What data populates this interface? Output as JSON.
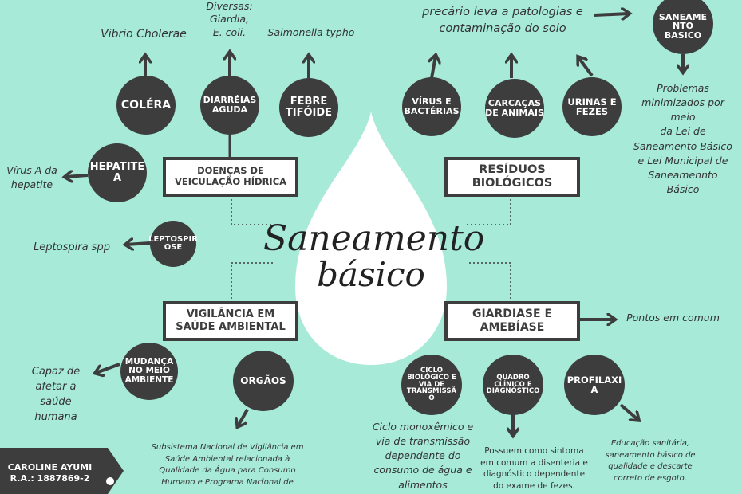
{
  "title": {
    "line1": "Saneamento",
    "line2": "básico"
  },
  "boxes": {
    "doencas": "DOENÇAS DE\nVEICULAÇÃO HÍDRICA",
    "residuos": "RESÍDUOS\nBIOLÓGICOS",
    "vigilancia": "VIGILÂNCIA EM\nSAÚDE AMBIENTAL",
    "giardiase": "GIARDIASE E\nAMEBÍASE"
  },
  "circles": {
    "colera": "COLÉRA",
    "diarreias": "DIARRÉIAS\nAGUDA",
    "febre": "FEBRE\nTIFÓIDE",
    "hepatite": "HEPATITE\nA",
    "leptospirose": "LEPTOSPIR\nOSE",
    "virus": "VÍRUS E\nBACTÉRIAS",
    "carcacas": "CARCAÇAS\nDE ANIMAIS",
    "urinas": "URINAS E\nFEZES",
    "saneamento": "SANEAME\nNTO\nBASICO",
    "mudanca": "MUDANÇA\nNO MEIO\nAMBIENTE",
    "orgaos": "ORGÃOS",
    "ciclo": "CICLO\nBIOLÓGICO E\nVIA DE\nTRANSMISSÃ\nO",
    "quadro": "QUADRO\nCLÍNICO E\nDIAGNÓSTICO",
    "profilaxia": "PROFILAXI\nA"
  },
  "notes": {
    "vibrio": "Vibrio Cholerae",
    "diversas": "Diversas:\nGiardia,\nE. coli.",
    "salmonella": "Salmonella typho",
    "virus_a": "Vírus A da\nhepatite",
    "leptospira": "Leptospira spp",
    "precario": "precário leva a patologias e\ncontaminação do solo",
    "problemas": "Problemas\nminimizados por\nmeio\nda Lei de\nSaneamento Básico\ne Lei Municipal de\nSaneamennto\nBásico",
    "pontos": "Pontos em comum",
    "capaz": "Capaz de\nafetar a\nsaúde\nhumana",
    "subsistema": "Subsistema Nacional de Vigilância em\nSaúde Ambiental relacionada à\nQualidade da Água para Consumo\nHumano e Programa Nacional de",
    "ciclo_mono": "Ciclo monoxêmico e\nvia de transmissão\ndependente do\nconsumo de água e\nalimentos",
    "possuem": "Possuem como sintoma\nem comum a disenteria e\ndiagnóstico dependente\ndo exame de fezes.",
    "educacao": "Educação sanitária,\nsaneamento básico de\nqualidade e descarte\ncorreto de esgoto."
  },
  "author": {
    "name": "CAROLINE AYUMI",
    "ra": "R.A.: 1887869-2"
  },
  "colors": {
    "background": "#a6ead7",
    "dark": "#3d3d3d",
    "white": "#ffffff"
  }
}
